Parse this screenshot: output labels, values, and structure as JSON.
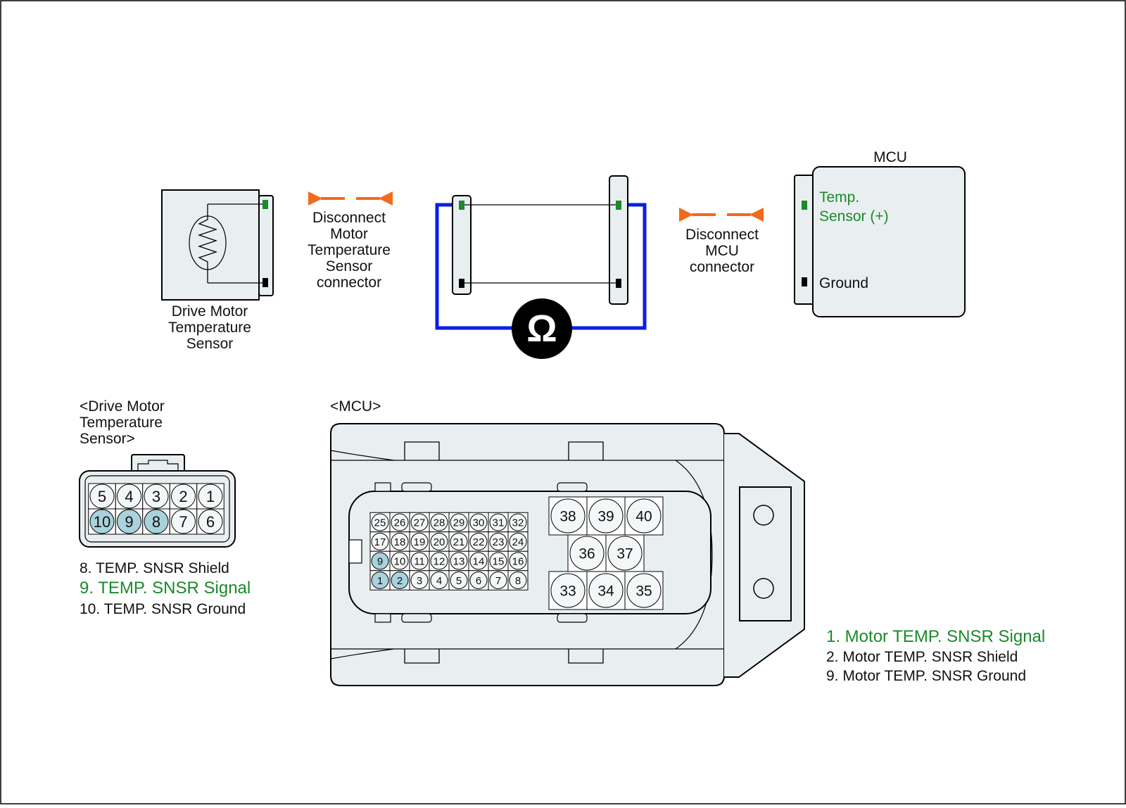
{
  "colors": {
    "green": "#1a8a2a",
    "orange": "#f26a1b",
    "blue": "#0a1fe6",
    "highlight": "#a9d2dc",
    "body": "#e9eff0"
  },
  "top": {
    "sensor_label": [
      "Drive Motor",
      "Temperature",
      "Sensor"
    ],
    "disconnect_sensor": [
      "Disconnect",
      "Motor",
      "Temperature",
      "Sensor",
      "connector"
    ],
    "disconnect_mcu": [
      "Disconnect",
      "MCU",
      "connector"
    ],
    "meter_symbol": "Ω",
    "meter_icon": "ohmmeter-icon",
    "mcu_title": "MCU",
    "mcu_temp": [
      "Temp.",
      "Sensor (+)"
    ],
    "mcu_ground": "Ground"
  },
  "sensor_connector": {
    "title": [
      "<Drive Motor",
      "Temperature",
      "Sensor>"
    ],
    "top_row": [
      "5",
      "4",
      "3",
      "2",
      "1"
    ],
    "bottom_row": [
      "10",
      "9",
      "8",
      "7",
      "6"
    ],
    "highlighted": [
      "10",
      "9",
      "8"
    ],
    "legend": [
      {
        "text": "8. TEMP. SNSR Shield",
        "green": false
      },
      {
        "text": "9. TEMP. SNSR Signal",
        "green": true
      },
      {
        "text": "10. TEMP. SNSR Ground",
        "green": false
      }
    ]
  },
  "mcu_connector": {
    "title": "<MCU>",
    "rows": [
      [
        "25",
        "26",
        "27",
        "28",
        "29",
        "30",
        "31",
        "32"
      ],
      [
        "17",
        "18",
        "19",
        "20",
        "21",
        "22",
        "23",
        "24"
      ],
      [
        "9",
        "10",
        "11",
        "12",
        "13",
        "14",
        "15",
        "16"
      ],
      [
        "1",
        "2",
        "3",
        "4",
        "5",
        "6",
        "7",
        "8"
      ]
    ],
    "highlighted": [
      "9",
      "1",
      "2"
    ],
    "big_top": [
      "38",
      "39",
      "40"
    ],
    "big_mid": [
      "36",
      "37"
    ],
    "big_bottom": [
      "33",
      "34",
      "35"
    ],
    "legend": [
      {
        "text": "1. Motor TEMP. SNSR Signal",
        "green": true
      },
      {
        "text": "2. Motor TEMP. SNSR Shield",
        "green": false
      },
      {
        "text": "9. Motor TEMP. SNSR Ground",
        "green": false
      }
    ]
  }
}
